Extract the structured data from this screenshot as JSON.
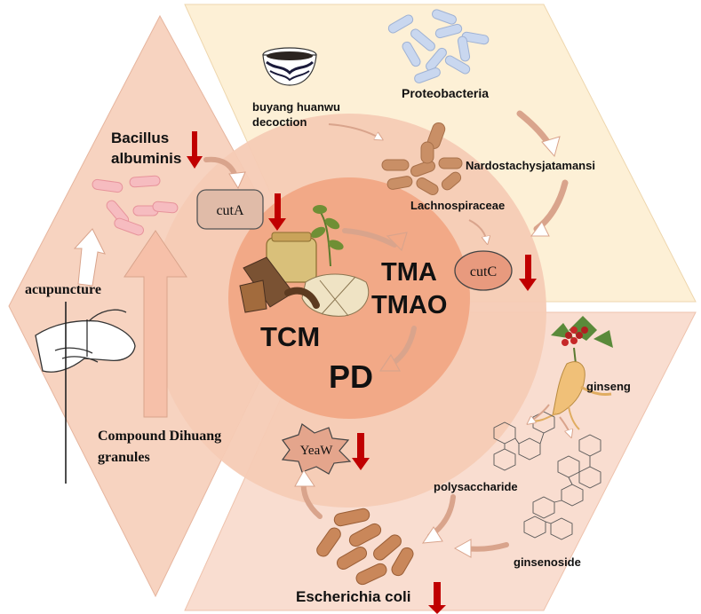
{
  "center": {
    "tcm": "TCM",
    "tma": "TMA",
    "tmao": "TMAO",
    "pd": "PD"
  },
  "enzymes": {
    "cuta": "cutA",
    "cutc": "cutC",
    "yeaw": "YeaW"
  },
  "left_panel": {
    "bacterium_line1": "Bacillus",
    "bacterium_line2": "albuminis",
    "acupuncture": "acupuncture",
    "compound_line1": "Compound Dihuang",
    "compound_line2": "granules"
  },
  "top_right_panel": {
    "decoction_line1": "buyang huanwu",
    "decoction_line2": "decoction",
    "proteobacteria": "Proteobacteria",
    "nardostachys": "Nardostachysjatamansi",
    "lachnospiraceae": "Lachnospiraceae"
  },
  "bottom_right_panel": {
    "ginseng": "ginseng",
    "polysaccharide": "polysaccharide",
    "ginsenoside": "ginsenoside",
    "ecoli": "Escherichia coli"
  },
  "colors": {
    "left_panel": "#f7d3c0",
    "top_right_panel": "#fdf0d6",
    "bottom_right_panel": "#f9ddd0",
    "outer_ring": "#f6cbb5",
    "inner_circle": "#f2a987",
    "down_arrow": "#c00000",
    "flow_arrow": "#f4b9a0"
  }
}
